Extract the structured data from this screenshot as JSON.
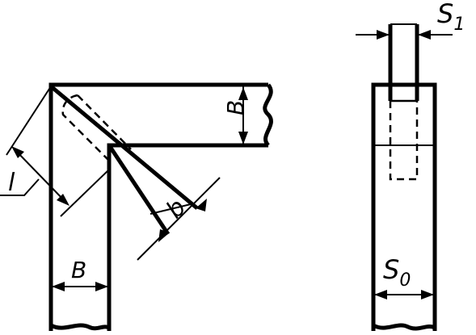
{
  "labels": {
    "l": "l",
    "B_vertical": "B",
    "B_horizontal": "B",
    "b": "b",
    "S1_main": "S",
    "S1_sub": "1",
    "S0_main": "S",
    "S0_sub": "0"
  }
}
